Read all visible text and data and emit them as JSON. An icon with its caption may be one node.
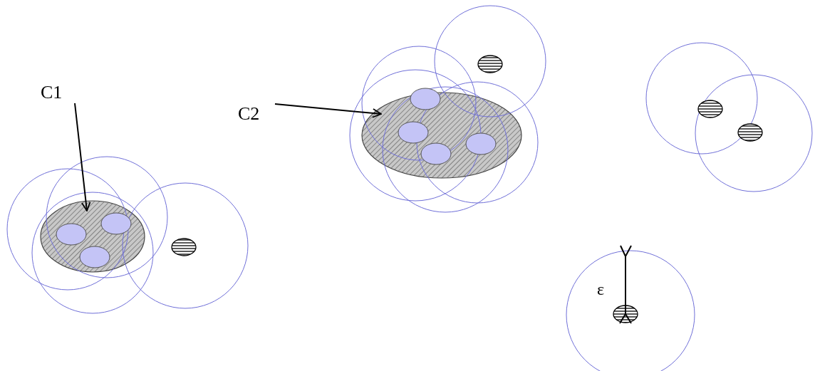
{
  "diagram": {
    "nodes": [
      {
        "text": [
          "C1"
        ]
      },
      {
        "text": [],
        "shape": "ellipse"
      },
      {
        "text": [
          "C2"
        ]
      },
      {
        "text": [],
        "shape": "ellipse"
      }
    ],
    "edges": [
      {
        "from": 0,
        "to": 1,
        "arrow": "to"
      },
      {
        "from": 2,
        "to": 3,
        "arrow": "to"
      }
    ],
    "labels": [
      "ε"
    ]
  }
}
